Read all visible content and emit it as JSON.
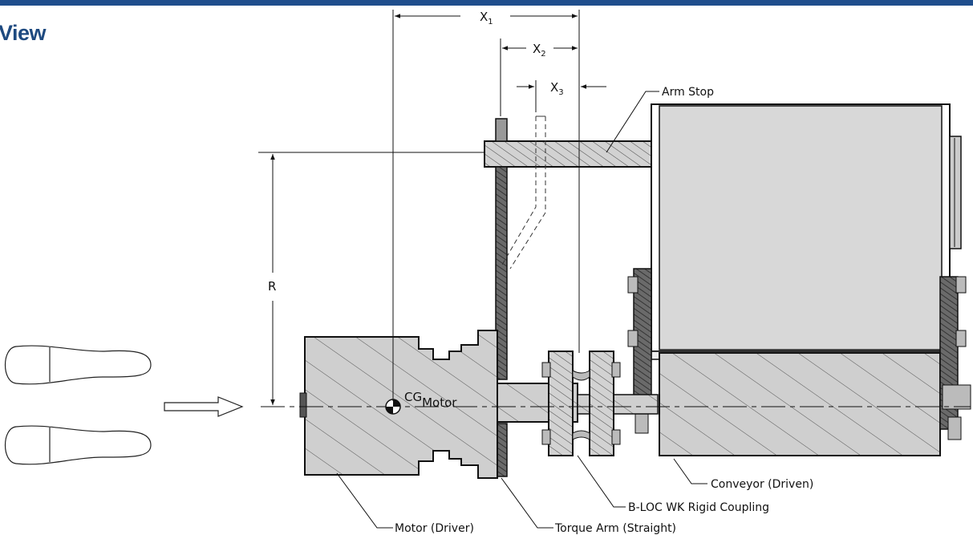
{
  "header": {
    "title": "View",
    "bar_color": "#1f4e8c"
  },
  "dimensions": {
    "x1": {
      "base": "X",
      "sub": "1"
    },
    "x2": {
      "base": "X",
      "sub": "2"
    },
    "x3": {
      "base": "X",
      "sub": "3"
    },
    "r": "R"
  },
  "cg_label": {
    "base": "CG",
    "sub": "Motor"
  },
  "callouts": {
    "arm_stop": "Arm Stop",
    "conveyor": "Conveyor (Driven)",
    "coupling": "B-LOC WK Rigid Coupling",
    "motor": "Motor (Driver)",
    "torque_arm": "Torque Arm (Straight)"
  },
  "icons": {
    "footprints": "footprint-icon",
    "direction": "right-arrow-icon"
  }
}
